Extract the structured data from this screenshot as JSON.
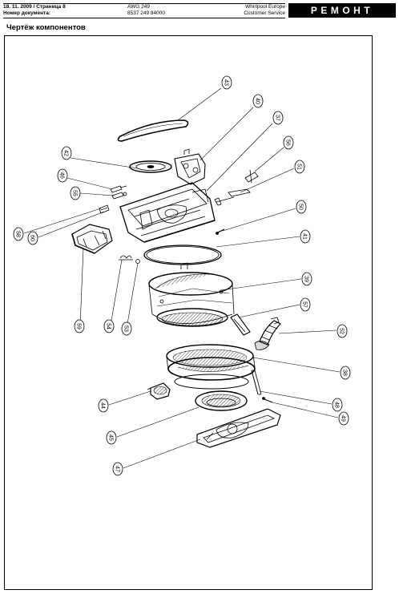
{
  "header": {
    "date_page": "18. 11. 2009 / Страница 8",
    "doc_label": "Номер документа:",
    "model": "AWG 249",
    "doc_number": "8537 249 84000",
    "company": "Whirlpool Europe",
    "service": "Customer Service",
    "badge": "РЕМОНТ"
  },
  "section_title": "Чертёж компонентов",
  "callouts": {
    "c43": "43",
    "c40": "40",
    "c37": "37",
    "c42": "42",
    "c56": "56",
    "c51": "51",
    "c46": "46",
    "c55": "55",
    "c58": "58",
    "c60": "60",
    "c50": "50",
    "c41": "41",
    "c39": "39",
    "c57": "57",
    "c59": "59",
    "c54": "54",
    "c53": "53",
    "c52": "52",
    "c38": "38",
    "c44": "44",
    "c48": "48",
    "c45": "45",
    "c49": "49",
    "c47": "47"
  }
}
